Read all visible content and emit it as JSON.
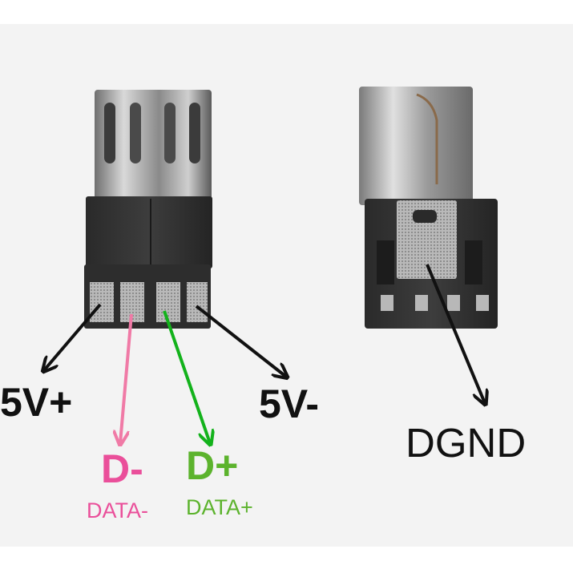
{
  "labels": {
    "vplus": "5V+",
    "dminus": "D-",
    "dminus_sub": "DATA-",
    "dplus": "D+",
    "dplus_sub": "DATA+",
    "vminus": "5V-",
    "dgnd": "DGND"
  },
  "colors": {
    "background": "#f3f3f3",
    "black": "#111111",
    "pink": "#ea4f9a",
    "pink_light": "#f07aa6",
    "green": "#5cb32d",
    "green_arrow": "#13b21b"
  }
}
